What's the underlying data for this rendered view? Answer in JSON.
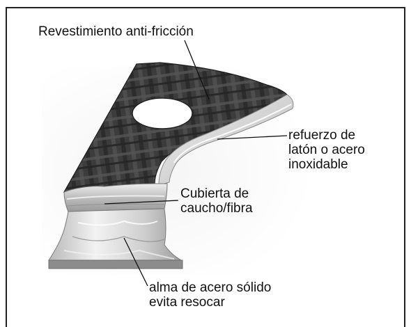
{
  "labels": {
    "coating": "Revestimiento anti-fricción",
    "reinforcement": [
      "refuerzo de",
      "latón o acero",
      "inoxidable"
    ],
    "cover": [
      "Cubierta de",
      "caucho/fibra"
    ],
    "core": [
      "alma de acero sólido",
      "evita resocar"
    ]
  }
}
